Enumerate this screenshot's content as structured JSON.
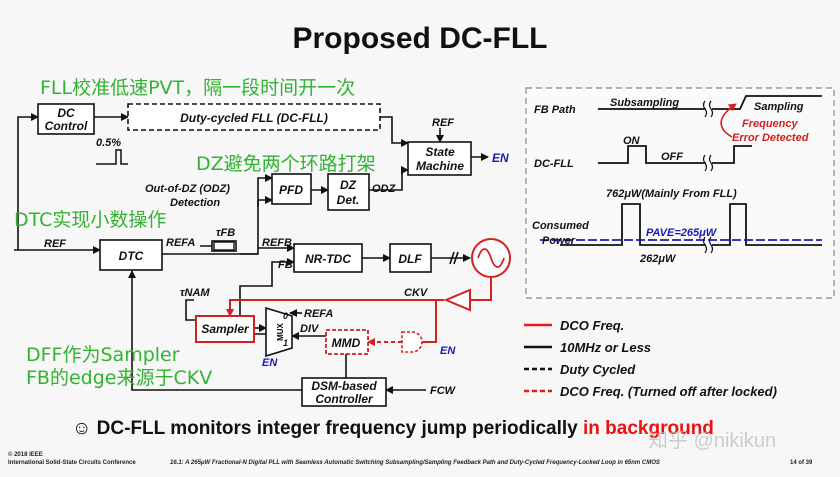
{
  "title": "Proposed DC-FLL",
  "notes": {
    "n1": "FLL校准低速PVT，隔一段时间开一次",
    "n2": "DZ避免两个环路打架",
    "n3": "DTC实现小数操作",
    "n4": "DFF作为Sampler",
    "n5": "FB的edge来源于CKV"
  },
  "blocks": {
    "dc_control": "DC Control",
    "dcfll": "Duty-cycled FLL (DC-FLL)",
    "state_machine": "State Machine",
    "pfd": "PFD",
    "dz_det": "DZ Det.",
    "dtc": "DTC",
    "nrtdc": "NR-TDC",
    "dlf": "DLF",
    "sampler": "Sampler",
    "mux": "MUX",
    "mmd": "MMD",
    "dsm": "DSM-based Controller"
  },
  "signals": {
    "ref": "REF",
    "ref2": "REF",
    "en": "EN",
    "odz": "ODZ",
    "odz_det": "Out-of-DZ (ODZ) Detection",
    "refa": "REFA",
    "refb": "REFB",
    "fb": "FB",
    "tfb": "τFB",
    "tnam": "τNAM",
    "ckv": "CKV",
    "refa2": "REFA",
    "div": "DIV",
    "en2": "EN",
    "en3": "EN",
    "fcw": "FCW",
    "mux0": "0",
    "mux1": "1",
    "duty": "0.5%"
  },
  "timing": {
    "fb_path": "FB Path",
    "subsampling": "Subsampling",
    "sampling": "Sampling",
    "freq_err": "Frequency Error Detected",
    "dcfll": "DC-FLL",
    "on": "ON",
    "off": "OFF",
    "power_note": "762μW(Mainly From FLL)",
    "consumed": "Consumed Power",
    "pave": "PAVE=265μW",
    "p262": "262μW"
  },
  "legend": [
    {
      "label": "DCO Freq.",
      "color": "#e02020",
      "style": "solid"
    },
    {
      "label": "10MHz or Less",
      "color": "#111111",
      "style": "solid"
    },
    {
      "label": "Duty Cycled",
      "color": "#111111",
      "style": "dashed"
    },
    {
      "label": "DCO Freq. (Turned off after locked)",
      "color": "#e02020",
      "style": "dashed"
    }
  ],
  "bottom": {
    "text": "☺ DC-FLL monitors integer frequency jump periodically ",
    "highlight": "in background"
  },
  "footer": {
    "l1": "© 2018 IEEE",
    "l2": "International Solid-State Circuits Conference",
    "center": "16.1: A 265μW Fractional-N Digital PLL with Seamless Automatic Switching Subsampling/Sampling Feedback Path and Duty-Cycled Frequency-Locked Loop in 65nm CMOS",
    "page": "14 of 39"
  },
  "watermark": "知乎 @nikikun"
}
